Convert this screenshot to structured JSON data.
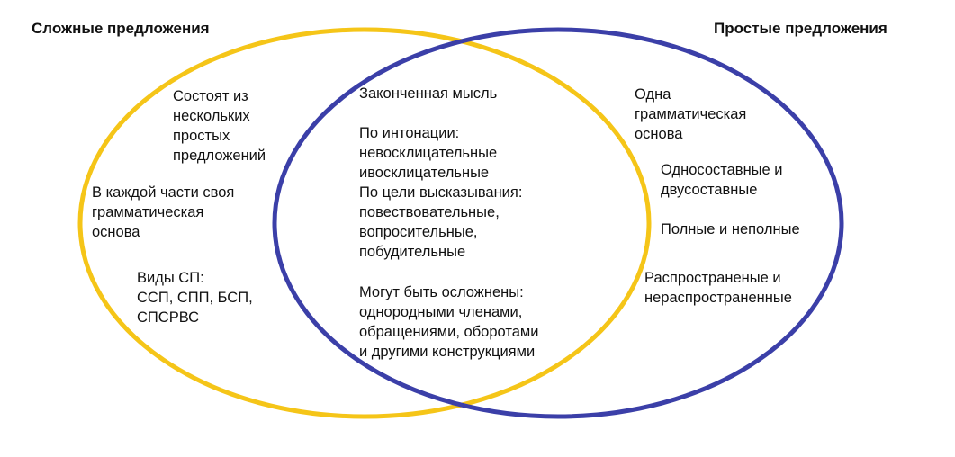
{
  "diagram": {
    "left_title": "Сложные предложения",
    "right_title": "Простые предложения",
    "colors": {
      "left_circle": "#f5c518",
      "right_circle": "#3b3fa8",
      "text": "#111111"
    },
    "left_only": [
      "Состоят из\nнескольких\nпростых\nпредложений",
      "В каждой части своя\nграмматическая\nоснова",
      "Виды СП:\nССП, СПП, БСП,\nСПСРВС"
    ],
    "shared": [
      "Законченная мысль",
      "По интонации:\nневосклицательные\nивосклицательные\nПо цели высказывания:\nповествовательные,\nвопросительные,\nпобудительные",
      "Могут быть осложнены:\nоднородными членами,\nобращениями, оборотами\nи другими конструкциями"
    ],
    "right_only": [
      "Одна\nграмматическая\nоснова",
      "Односоставные и\nдвусоставные",
      "Полные и неполные",
      "Распространеные и\nнераспространенные"
    ]
  }
}
